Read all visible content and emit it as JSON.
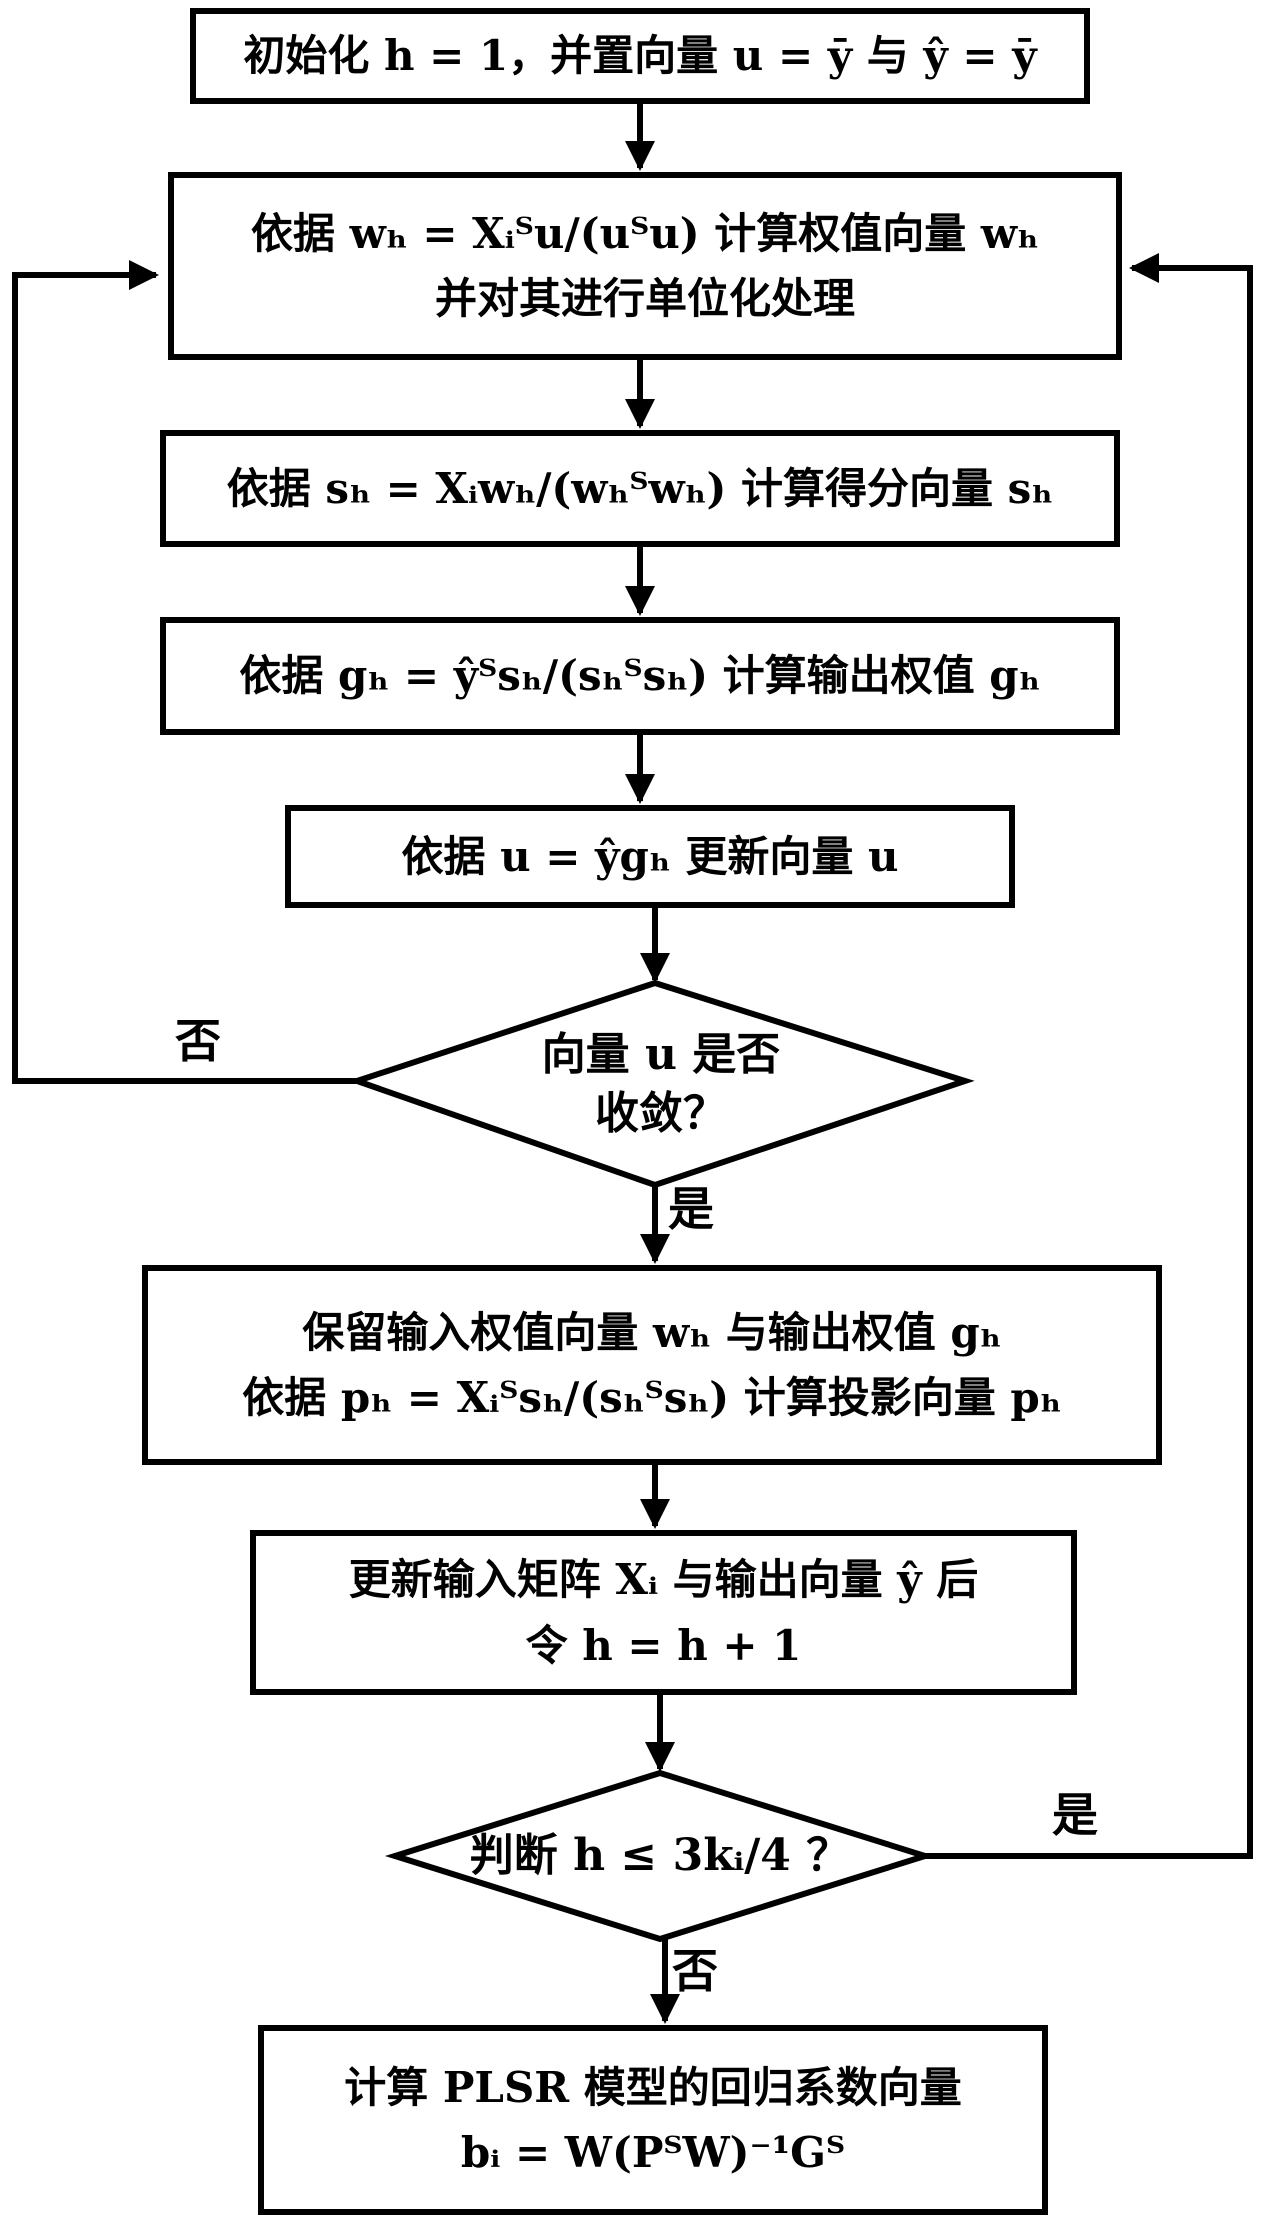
{
  "flowchart": {
    "background_color": "#ffffff",
    "line_color": "#000000",
    "nodes": {
      "init": {
        "text": "初始化 h = 1，并置向量 u = ȳ 与 ŷ = ȳ"
      },
      "weight_vector": {
        "line1": "依据 wₕ = Xᵢᵀu/(uᵀu) 计算权值向量 wₕ",
        "line2": "并对其进行单位化处理"
      },
      "score_vector": {
        "text": "依据 sₕ = Xᵢwₕ/(wₕᵀwₕ) 计算得分向量 sₕ"
      },
      "output_weight": {
        "text": "依据 gₕ = ŷᵀsₕ/(sₕᵀsₕ) 计算输出权值 gₕ"
      },
      "update_u": {
        "text": "依据 u = ŷgₕ 更新向量 u"
      },
      "convergence_decision": {
        "line1": "向量 u 是否",
        "line2": "收敛？"
      },
      "retain_and_project": {
        "line1": "保留输入权值向量 wₕ 与输出权值 gₕ",
        "line2": "依据 pₕ = Xᵢᵀsₕ/(sₕᵀsₕ) 计算投影向量 pₕ"
      },
      "update_matrices": {
        "line1": "更新输入矩阵 Xᵢ 与输出向量 ŷ 后",
        "line2": "令 h = h + 1"
      },
      "iteration_decision": {
        "text": "判断 h ≤ 3kᵢ/4 ？"
      },
      "regression_coefficients": {
        "line1": "计算 PLSR 模型的回归系数向量",
        "line2": "bᵢ = W(PᵀW)⁻¹Gᵀ"
      }
    },
    "edge_labels": {
      "convergence_yes": "是",
      "convergence_no": "否",
      "iteration_yes": "是",
      "iteration_no": "否"
    }
  }
}
